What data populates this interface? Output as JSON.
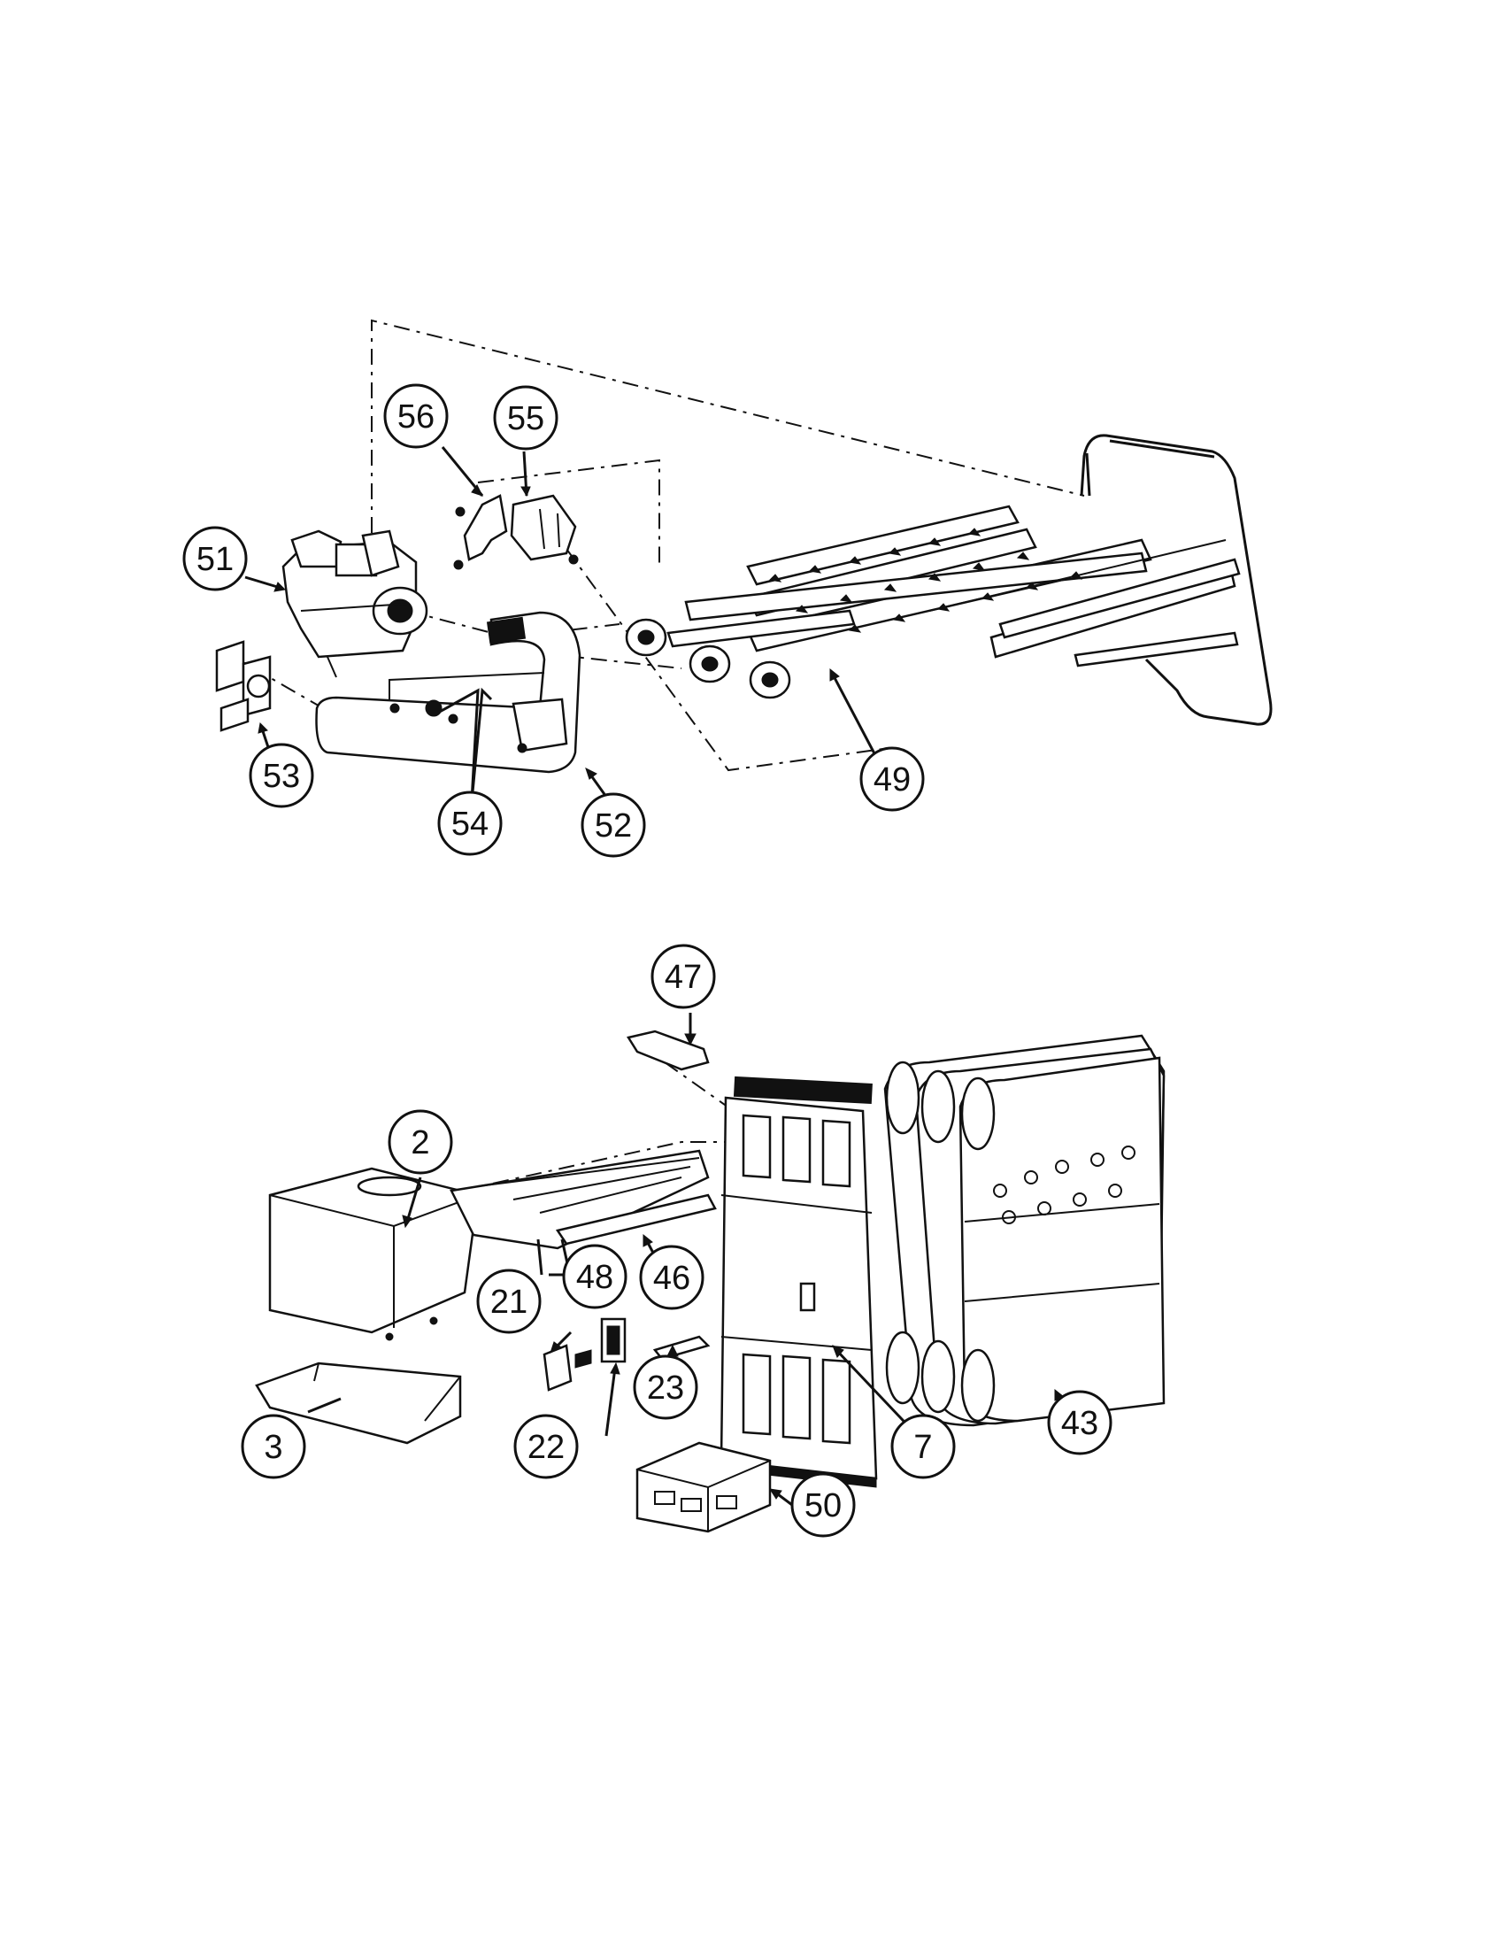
{
  "diagram": {
    "callouts": [
      {
        "id": "c56",
        "label": "56"
      },
      {
        "id": "c55",
        "label": "55"
      },
      {
        "id": "c51",
        "label": "51"
      },
      {
        "id": "c53",
        "label": "53"
      },
      {
        "id": "c54",
        "label": "54"
      },
      {
        "id": "c52",
        "label": "52"
      },
      {
        "id": "c49",
        "label": "49"
      },
      {
        "id": "c47",
        "label": "47"
      },
      {
        "id": "c2",
        "label": "2"
      },
      {
        "id": "c48",
        "label": "48"
      },
      {
        "id": "c46",
        "label": "46"
      },
      {
        "id": "c21",
        "label": "21"
      },
      {
        "id": "c3",
        "label": "3"
      },
      {
        "id": "c22",
        "label": "22"
      },
      {
        "id": "c23",
        "label": "23"
      },
      {
        "id": "c7",
        "label": "7"
      },
      {
        "id": "c43",
        "label": "43"
      },
      {
        "id": "c50",
        "label": "50"
      }
    ]
  }
}
